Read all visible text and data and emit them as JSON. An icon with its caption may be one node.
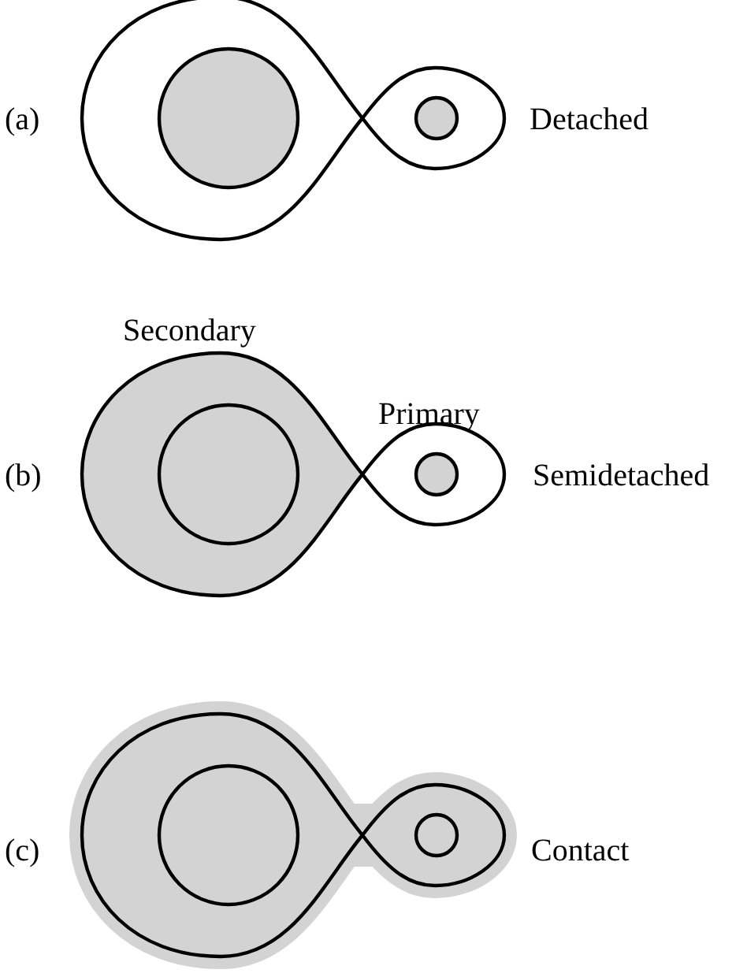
{
  "diagram": {
    "labels": [
      "(a)",
      "Detached",
      "Secondary",
      "Primary",
      "(b)",
      "Semidetached",
      "(c)",
      "Contact"
    ]
  }
}
